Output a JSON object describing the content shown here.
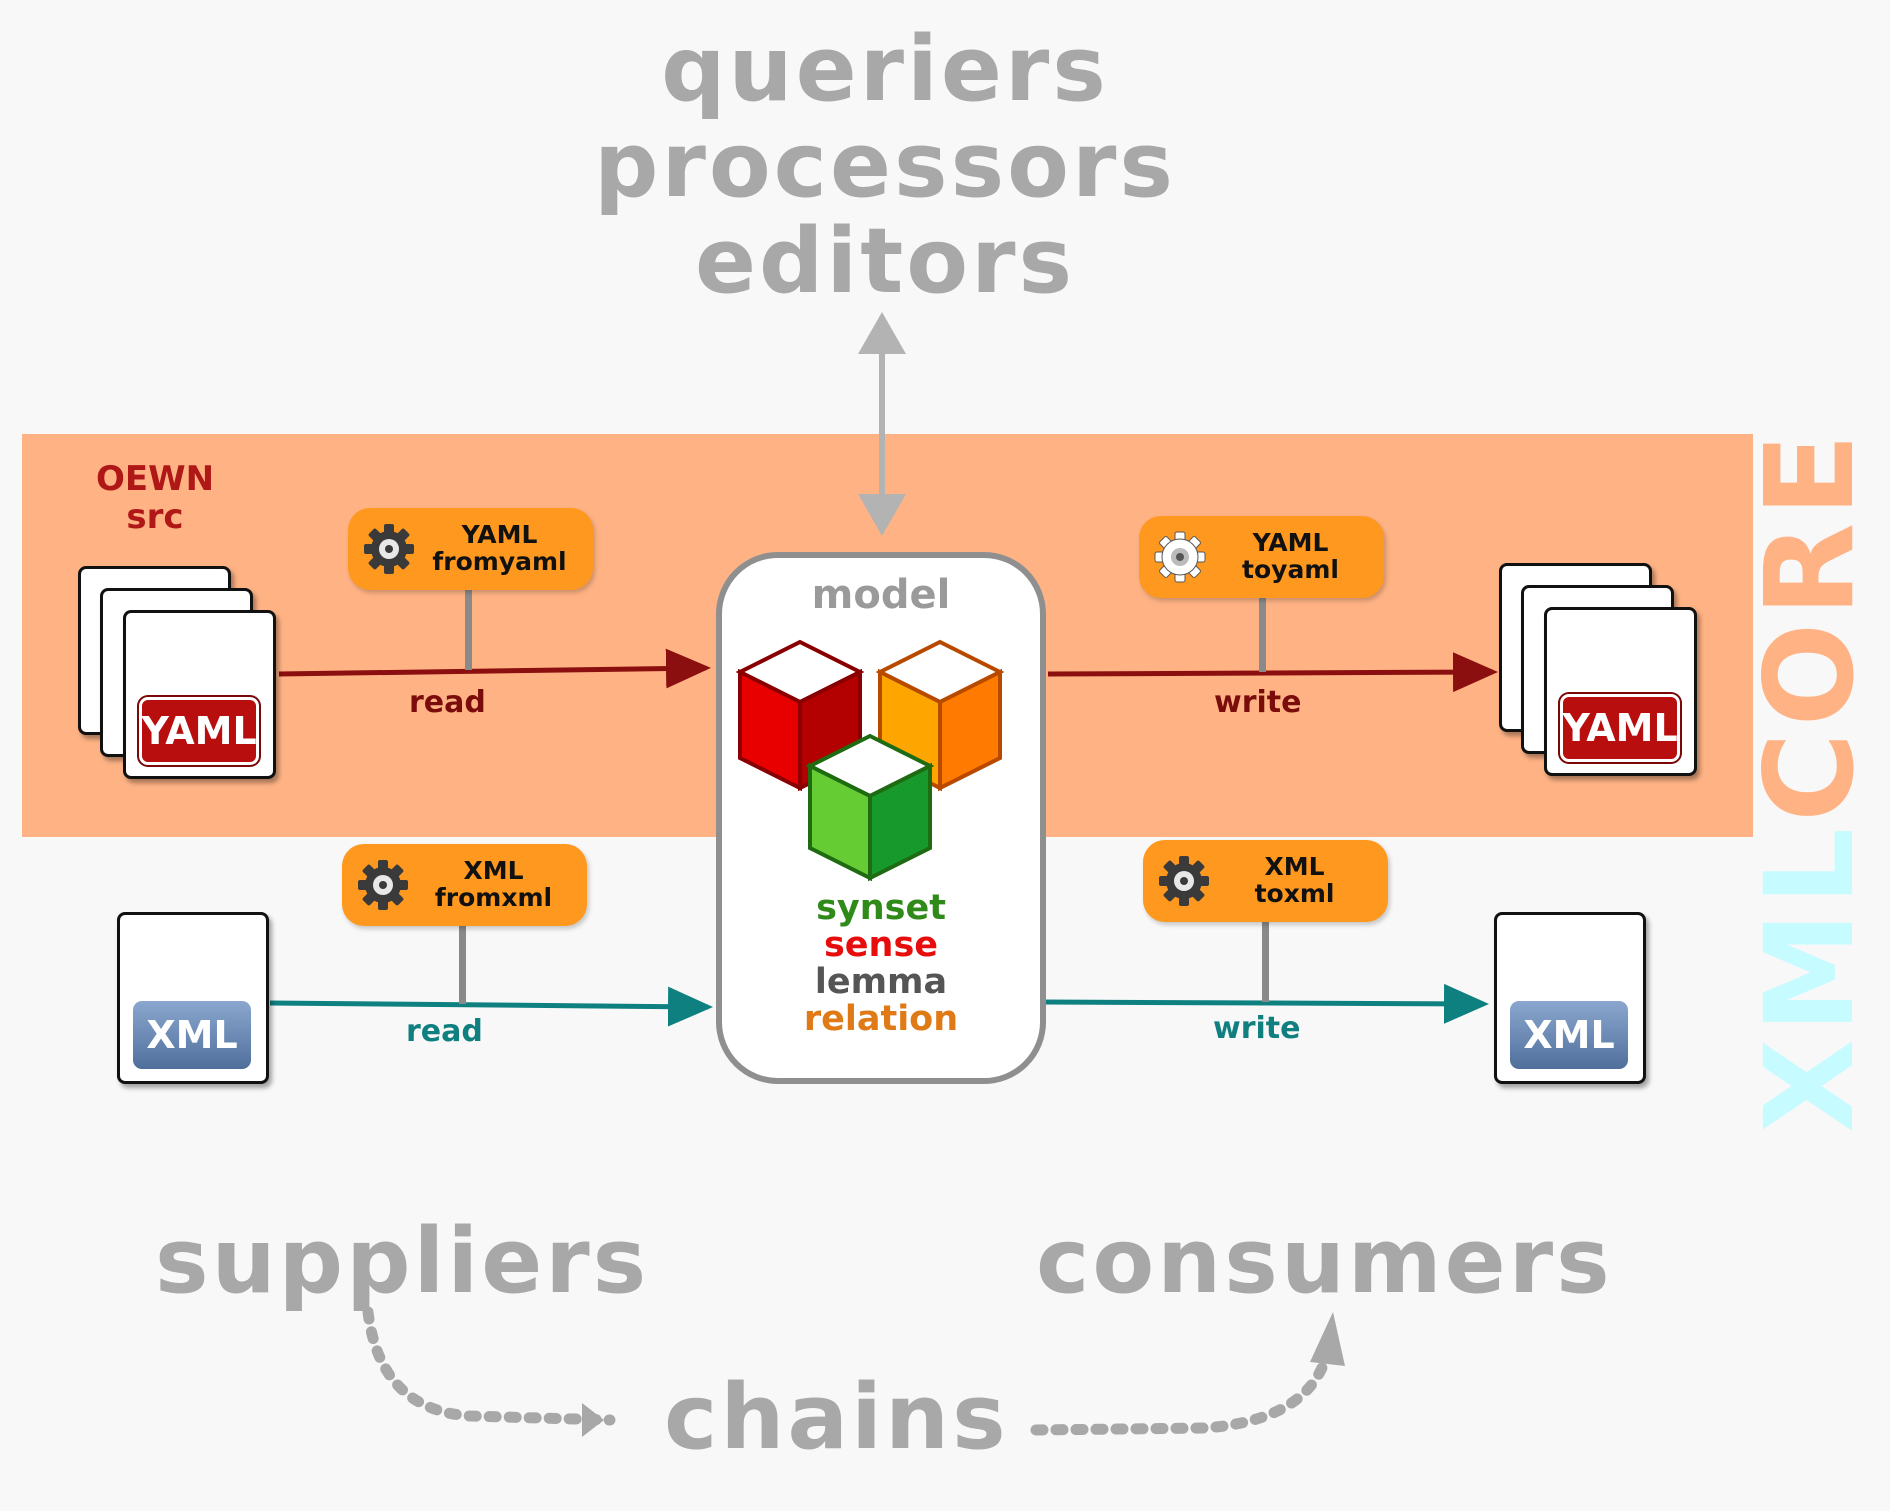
{
  "top_labels": [
    "queriers",
    "processors",
    "editors"
  ],
  "vertical_label": {
    "part1": "XML",
    "part2": "CORE"
  },
  "source": {
    "line1": "OEWN",
    "line2": "src"
  },
  "tools": {
    "fromyaml": {
      "line1": "YAML",
      "line2": "fromyaml"
    },
    "toyaml": {
      "line1": "YAML",
      "line2": "toyaml"
    },
    "fromxml": {
      "line1": "XML",
      "line2": "fromxml"
    },
    "toxml": {
      "line1": "XML",
      "line2": "toxml"
    }
  },
  "flows": {
    "yaml_read": "read",
    "yaml_write": "write",
    "xml_read": "read",
    "xml_write": "write"
  },
  "files": {
    "yaml": "YAML",
    "xml": "XML"
  },
  "model": {
    "title": "model",
    "items": [
      "synset",
      "sense",
      "lemma",
      "relation"
    ]
  },
  "bottom": {
    "suppliers": "suppliers",
    "consumers": "consumers",
    "chains": "chains"
  },
  "colors": {
    "band": "#ffb385",
    "tool": "#ff981f",
    "yaml_flow": "#8b0f0f",
    "xml_flow": "#0f8080",
    "gray_text": "#a8a8a8",
    "synset": "#2f8a1a",
    "sense": "#e80d0d",
    "lemma": "#555555",
    "relation": "#e07a17"
  }
}
